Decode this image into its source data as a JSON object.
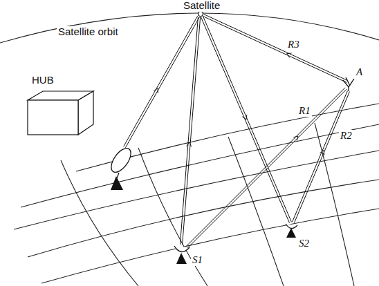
{
  "diagram": {
    "labels": [
      "Satellite",
      "Satellite orbit",
      "HUB",
      "R3",
      "A",
      "R1",
      "R2",
      "S1",
      "S2"
    ]
  }
}
